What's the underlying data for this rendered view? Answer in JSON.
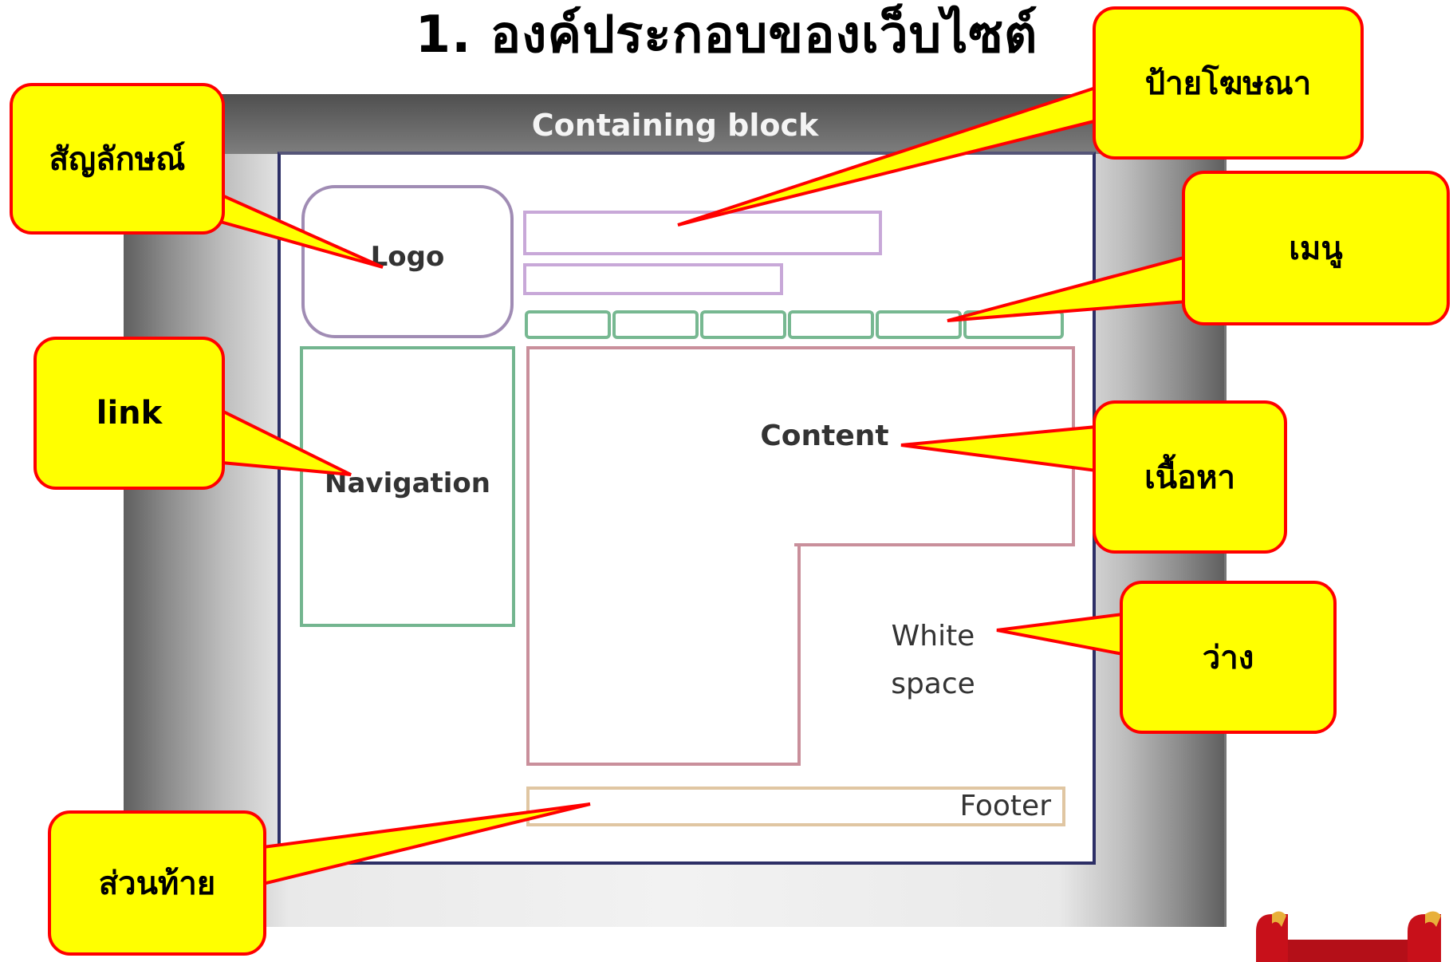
{
  "slide": {
    "title": "1. องค์ประกอบของเว็บไซต์"
  },
  "diagram": {
    "frame_title": "Containing block",
    "boxes": {
      "logo": "Logo",
      "navigation": "Navigation",
      "content": "Content",
      "white_space": "White\nspace",
      "footer": "Footer"
    },
    "menu_count": 6
  },
  "callouts": {
    "logo": "สัญลักษณ์",
    "banner": "ป้ายโฆษณา",
    "menu": "เมนู",
    "link": "link",
    "content": "เนื้อหา",
    "white_space": "ว่าง",
    "footer": "ส่วนท้าย"
  },
  "colors": {
    "callout_fill": "#ffff00",
    "callout_border": "#ff0000",
    "logo_border": "#a08cb4",
    "banner_border": "#c8a8d8",
    "menu_border": "#77b891",
    "content_border": "#c98f9b",
    "footer_border": "#e0c6a2"
  }
}
